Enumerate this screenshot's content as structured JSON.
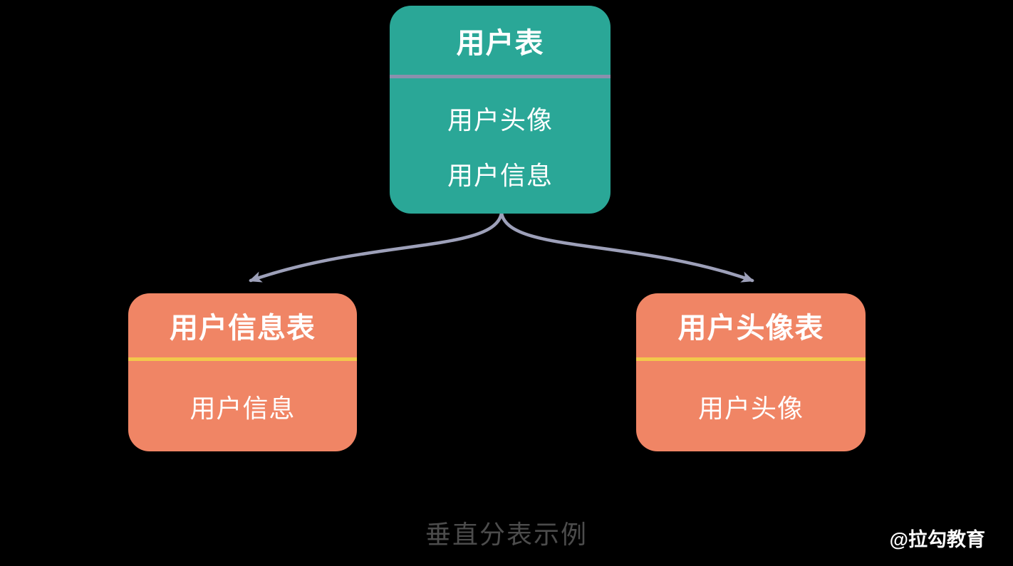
{
  "background": "#000000",
  "colors": {
    "root_box": "#2aa797",
    "child_box": "#f08565",
    "root_divider": "#8b90ad",
    "child_divider": "#f2c84b",
    "arrow": "#9da0b9",
    "box_text": "#ffffff",
    "caption_text": "#4c4c4c",
    "watermark_text": "#ffffff"
  },
  "diagram": {
    "root_table": {
      "title": "用户表",
      "fields": [
        "用户头像",
        "用户信息"
      ]
    },
    "left_table": {
      "title": "用户信息表",
      "fields": [
        "用户信息"
      ]
    },
    "right_table": {
      "title": "用户头像表",
      "fields": [
        "用户头像"
      ]
    }
  },
  "caption": "垂直分表示例",
  "watermark": "@拉勾教育"
}
